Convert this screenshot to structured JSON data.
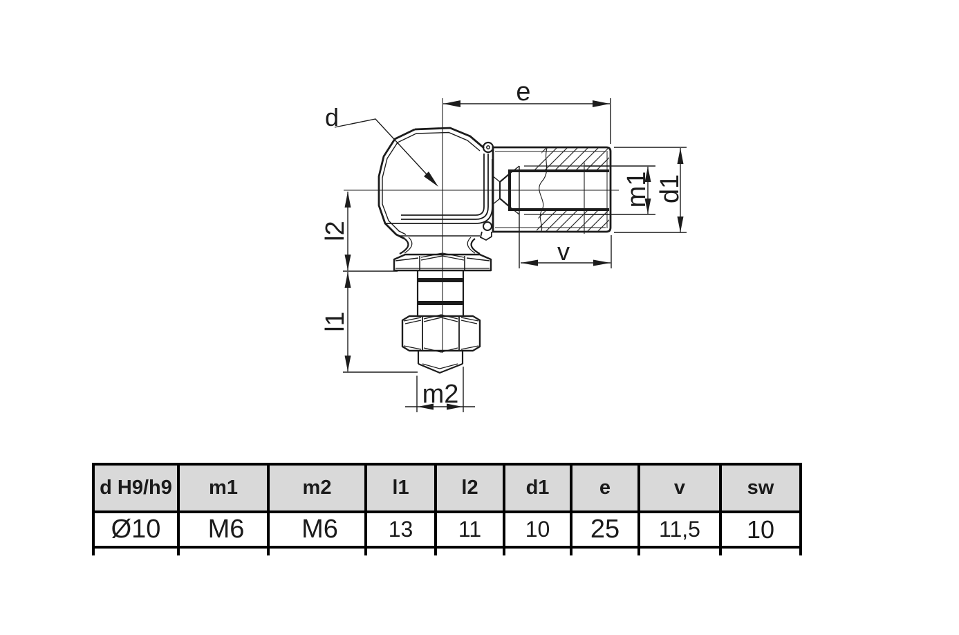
{
  "drawing": {
    "dim_labels": {
      "e": "e",
      "d": "d",
      "v": "v",
      "m1": "m1",
      "m2": "m2",
      "l1": "l1",
      "l2": "l2",
      "d1": "d1"
    },
    "line_color": "#1c1c1c",
    "hatch_color": "#2a2a2a"
  },
  "table": {
    "headers": [
      "d H9/h9",
      "m1",
      "m2",
      "l1",
      "l2",
      "d1",
      "e",
      "v",
      "sw"
    ],
    "values": [
      "Ø10",
      "M6",
      "M6",
      "13",
      "11",
      "10",
      "25",
      "11,5",
      "10"
    ],
    "header_bg": "#d9d9d9",
    "border_color": "#000000"
  }
}
